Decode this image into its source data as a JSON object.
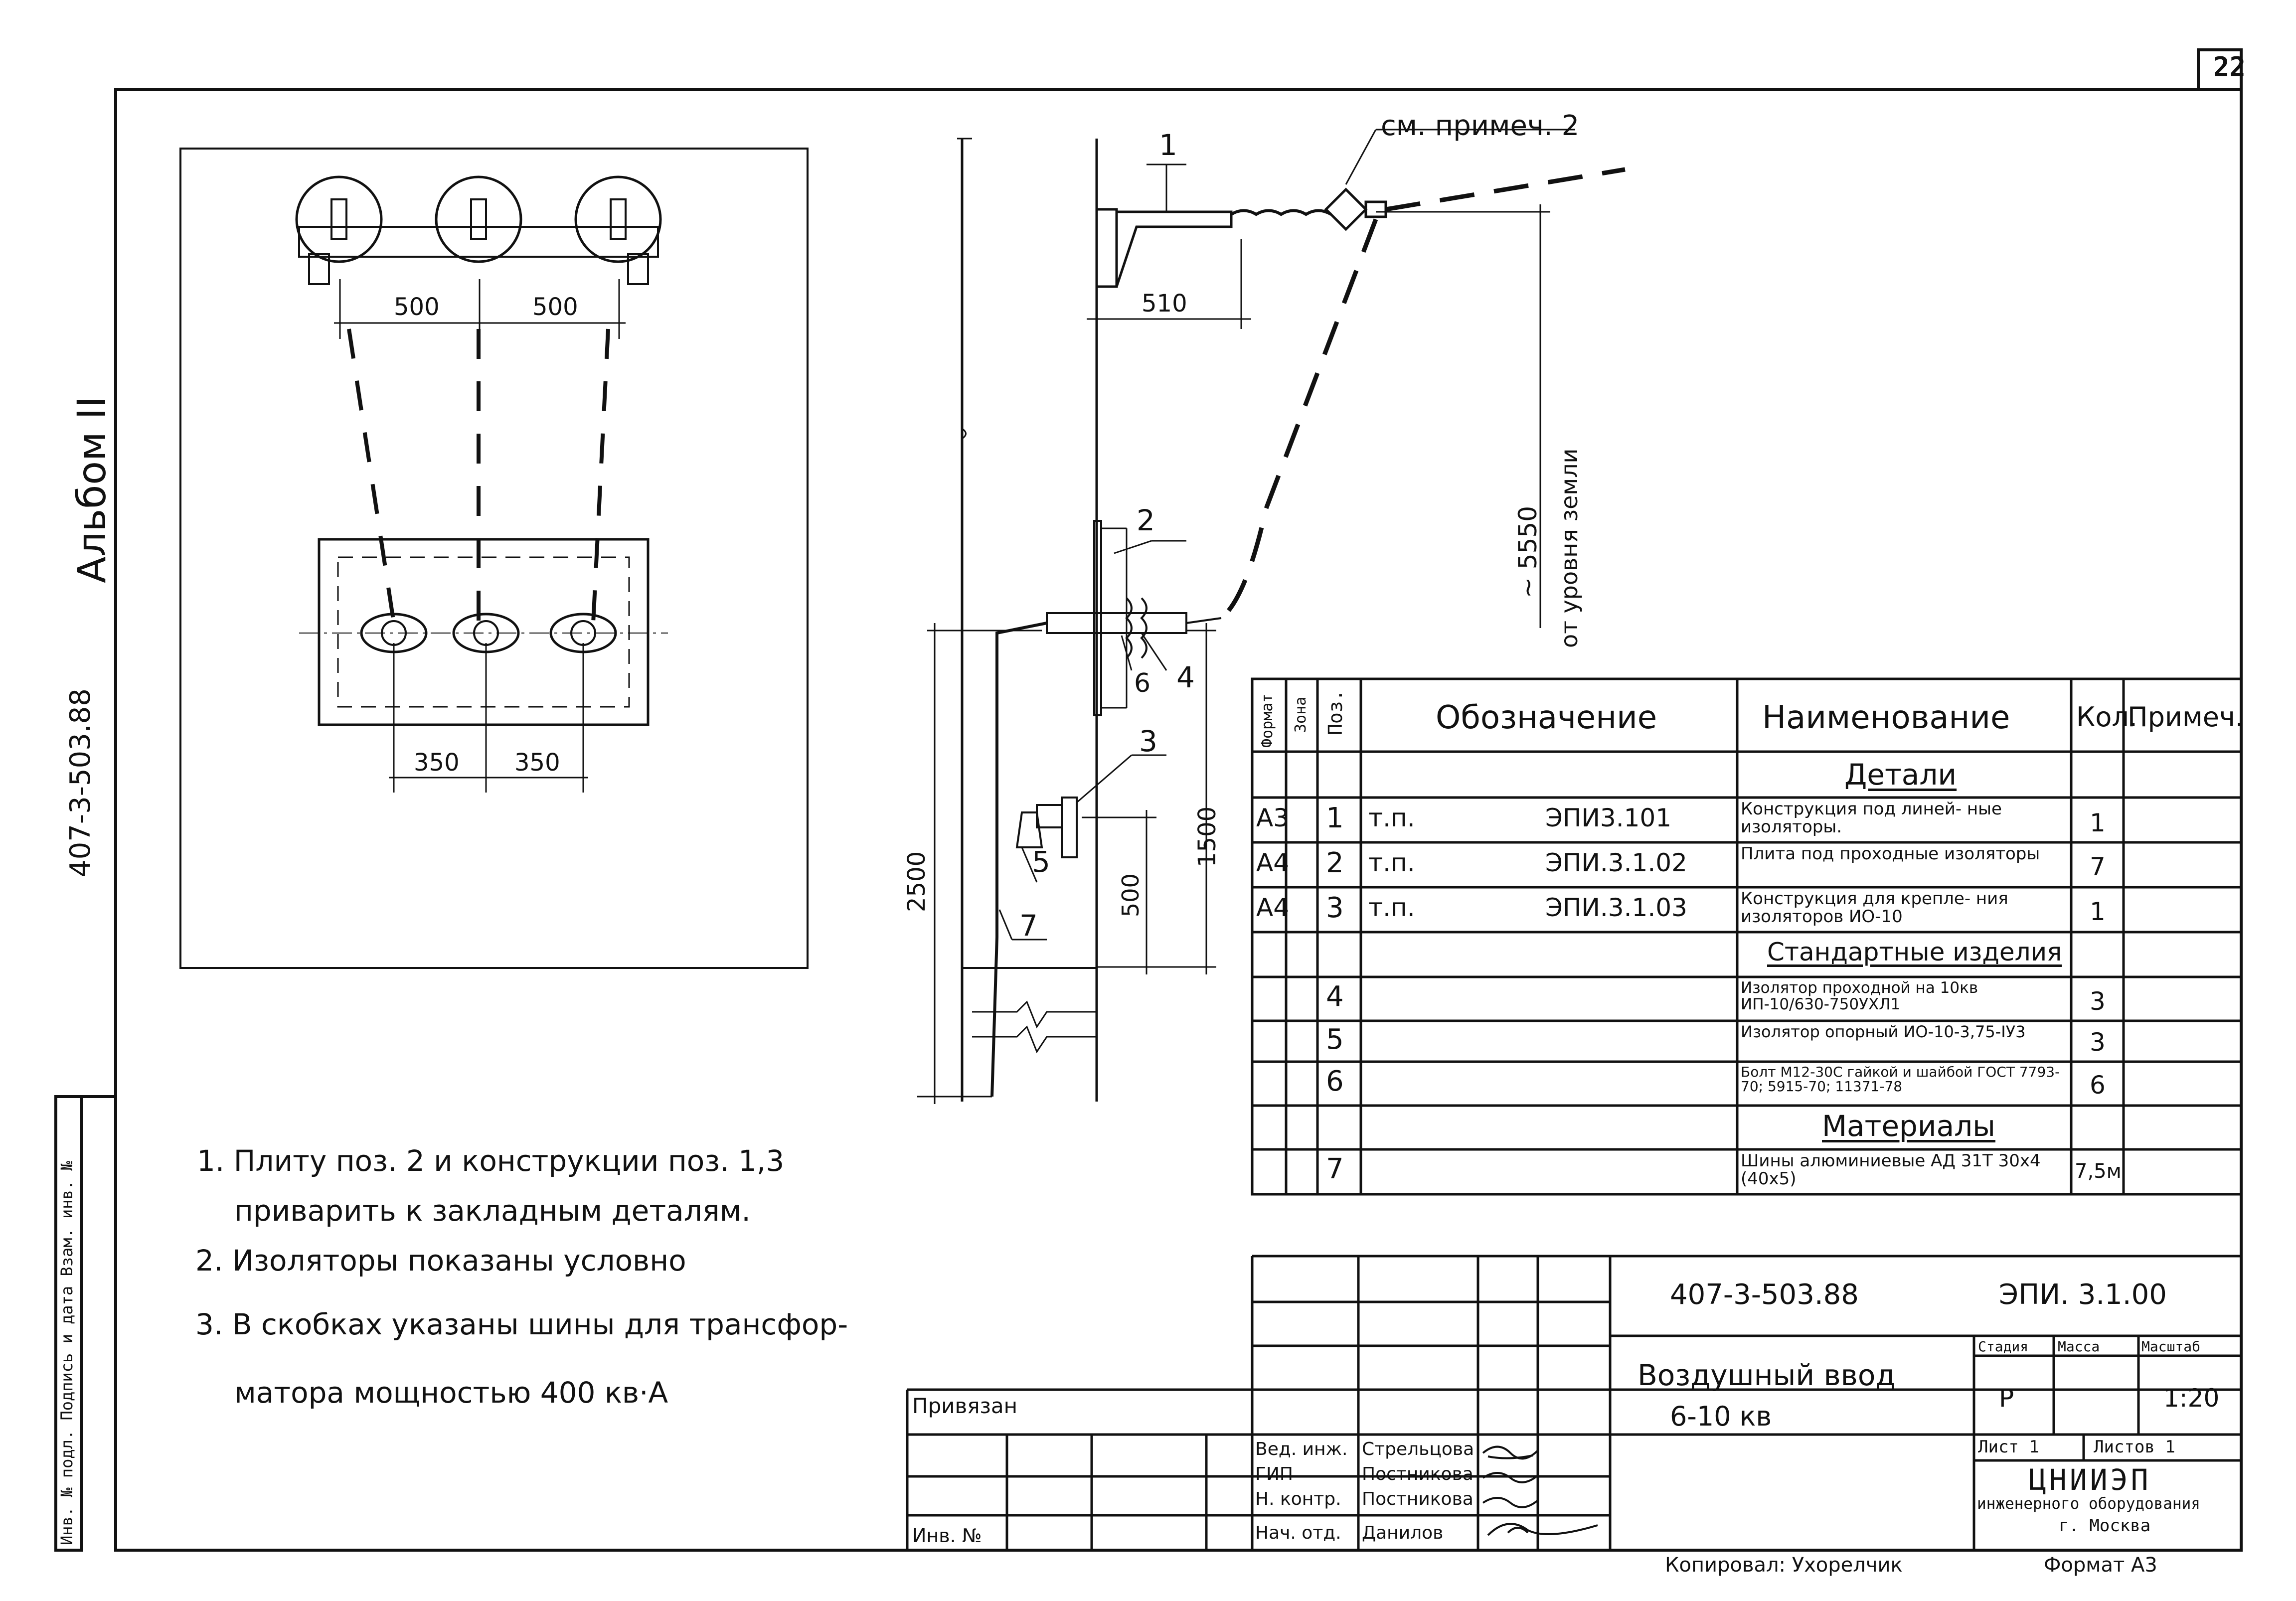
{
  "sheet_number": "22",
  "album": "Альбом II",
  "album_code": "407-3-503.88",
  "see_note": "см. примеч. 2",
  "callouts": [
    "1",
    "2",
    "3",
    "4",
    "5",
    "6",
    "7"
  ],
  "dims": {
    "d500a": "500",
    "d500b": "500",
    "d350a": "350",
    "d350b": "350",
    "d510": "510",
    "d5550": "~ 5550",
    "ground": "от уровня земли",
    "d2500": "2500",
    "d1500": "1500",
    "d500v": "500"
  },
  "notes": [
    "1. Плиту поз. 2 и конструкции поз. 1,3",
    "приварить к закладным деталям.",
    "2. Изоляторы показаны условно",
    "3. В скобках указаны шины для трансфор-",
    "матора мощностью 400 кв·А"
  ],
  "spec_table": {
    "headers": {
      "format": "Формат",
      "zone": "Зона",
      "pos": "Поз.",
      "designation": "Обозначение",
      "name": "Наименование",
      "qty": "Кол.",
      "note": "Примеч."
    },
    "sections": {
      "details": "Детали",
      "standard": "Стандартные изделия",
      "materials": "Материалы"
    },
    "rows": [
      {
        "format": "А3",
        "pos": "1",
        "tp": "т.п.",
        "code": "ЭПИ3.101",
        "name": "Конструкция под линей- ные изоляторы.",
        "qty": "1",
        "note": ""
      },
      {
        "format": "А4",
        "pos": "2",
        "tp": "т.п.",
        "code": "ЭПИ.3.1.02",
        "name": "Плита под проходные изоляторы",
        "qty": "7",
        "note": ""
      },
      {
        "format": "А4",
        "pos": "3",
        "tp": "т.п.",
        "code": "ЭПИ.3.1.03",
        "name": "Конструкция для крепле- ния изоляторов ИО-10",
        "qty": "1",
        "note": ""
      },
      {
        "format": "",
        "pos": "4",
        "tp": "",
        "code": "",
        "name": "Изолятор проходной на 10кв ИП-10/630-750УХЛ1",
        "qty": "3",
        "note": ""
      },
      {
        "format": "",
        "pos": "5",
        "tp": "",
        "code": "",
        "name": "Изолятор опорный ИО-10-3,75-IУ3",
        "qty": "3",
        "note": ""
      },
      {
        "format": "",
        "pos": "6",
        "tp": "",
        "code": "",
        "name": "Болт М12-30С гайкой и шайбой ГОСТ 7793-70; 5915-70; 11371-78",
        "qty": "6",
        "note": ""
      },
      {
        "format": "",
        "pos": "7",
        "tp": "",
        "code": "",
        "name": "Шины алюминиевые АД 31Т 30х4 (40х5)",
        "qty": "7,5м",
        "note": ""
      }
    ]
  },
  "title_block": {
    "doc_number": "407-3-503.88",
    "doc_code": "ЭПИ. 3.1.00",
    "title_line1": "Воздушный ввод",
    "title_line2": "6-10 кв",
    "stage_label": "Стадия",
    "mass_label": "Масса",
    "scale_label": "Масштаб",
    "stage": "Р",
    "scale": "1:20",
    "sheet_label": "Лист 1",
    "sheets_label": "Листов 1",
    "org1": "ЦНИИЭП",
    "org2": "инженерного оборудования",
    "org3": "г. Москва",
    "bound": "Привязан",
    "inv": "Инв. №",
    "staff": [
      {
        "role": "Вед. инж.",
        "name": "Стрельцова"
      },
      {
        "role": "ГИП",
        "name": "Постникова"
      },
      {
        "role": "Н. контр.",
        "name": "Постникова"
      },
      {
        "role": "Нач. отд.",
        "name": "Данилов"
      }
    ]
  },
  "side_stamp": "Инв. № подл. Подпись и дата Взам. инв. №",
  "bottom": {
    "copied": "Копировал: Ухорелчик",
    "format": "Формат А3"
  }
}
